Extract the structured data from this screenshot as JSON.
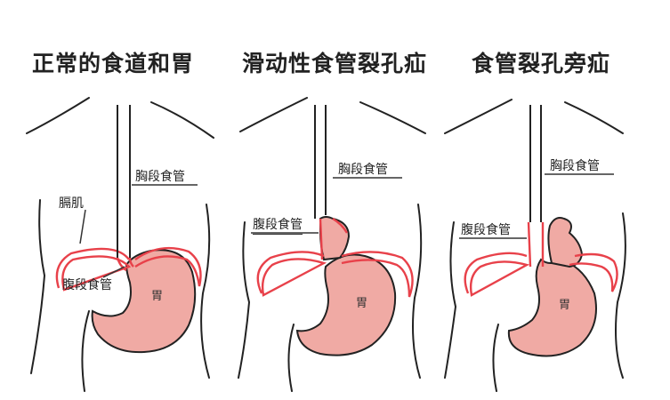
{
  "panels": [
    {
      "title": "正常的食道和胃",
      "labels": {
        "diaphragm": "膈肌",
        "thoracic": "胸段食管",
        "abdominal": "腹段食管",
        "stomach": "胃"
      }
    },
    {
      "title": "滑动性食管裂孔疝",
      "labels": {
        "thoracic": "胸段食管",
        "abdominal": "腹段食管",
        "stomach": "胃"
      }
    },
    {
      "title": "食管裂孔旁疝",
      "labels": {
        "thoracic": "胸段食管",
        "abdominal": "腹段食管",
        "stomach": "胃"
      }
    }
  ],
  "colors": {
    "stomach_fill": "#f0aaa4",
    "diaphragm": "#e8414a",
    "outline": "#222222"
  }
}
